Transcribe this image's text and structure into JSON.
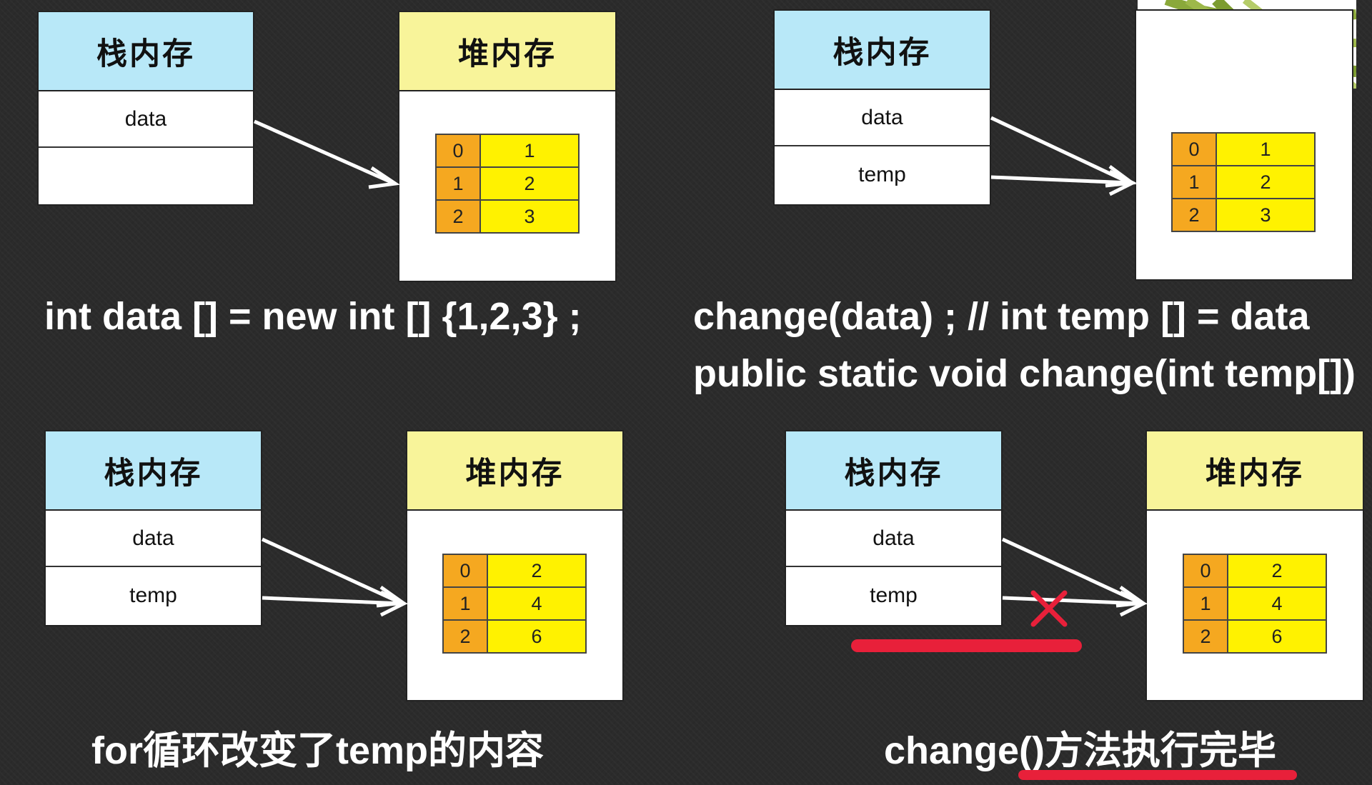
{
  "labels": {
    "stack": "栈内存",
    "heap": "堆内存"
  },
  "panel1": {
    "stack_rows": [
      "data",
      ""
    ],
    "array": [
      [
        "0",
        "1"
      ],
      [
        "1",
        "2"
      ],
      [
        "2",
        "3"
      ]
    ],
    "caption": "int data [] = new int [] {1,2,3} ;"
  },
  "panel2": {
    "stack_rows": [
      "data",
      "temp"
    ],
    "array": [
      [
        "0",
        "1"
      ],
      [
        "1",
        "2"
      ],
      [
        "2",
        "3"
      ]
    ],
    "caption_line1": "change(data) ; // int temp [] = data",
    "caption_line2": "public static void change(int temp[])"
  },
  "panel3": {
    "stack_rows": [
      "data",
      "temp"
    ],
    "array": [
      [
        "0",
        "2"
      ],
      [
        "1",
        "4"
      ],
      [
        "2",
        "6"
      ]
    ],
    "caption": "for循环改变了temp的内容"
  },
  "panel4": {
    "stack_rows": [
      "data",
      "temp"
    ],
    "array": [
      [
        "0",
        "2"
      ],
      [
        "1",
        "4"
      ],
      [
        "2",
        "6"
      ]
    ],
    "caption": "change()方法执行完毕"
  },
  "colors": {
    "stack_header": "#b8e8f8",
    "heap_header": "#f8f49a",
    "index_cell": "#f5a820",
    "value_cell": "#fff200",
    "highlight": "#e8203a"
  }
}
